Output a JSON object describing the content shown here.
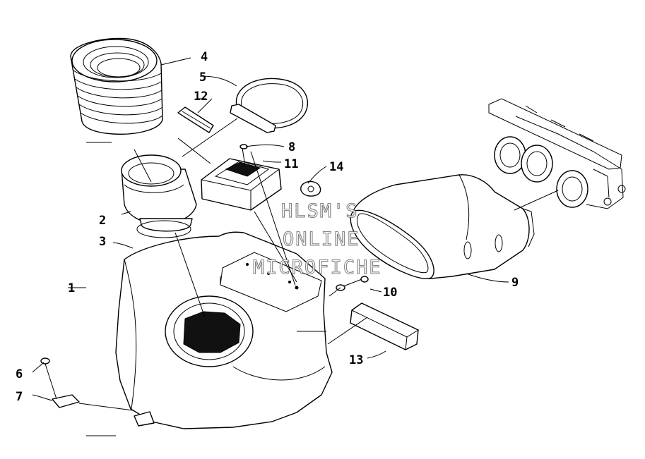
{
  "diagram": {
    "callouts": [
      {
        "id": "1",
        "label": "1"
      },
      {
        "id": "2",
        "label": "2"
      },
      {
        "id": "3",
        "label": "3"
      },
      {
        "id": "4",
        "label": "4"
      },
      {
        "id": "5",
        "label": "5"
      },
      {
        "id": "6",
        "label": "6"
      },
      {
        "id": "7",
        "label": "7"
      },
      {
        "id": "8",
        "label": "8"
      },
      {
        "id": "9",
        "label": "9"
      },
      {
        "id": "10",
        "label": "10"
      },
      {
        "id": "11",
        "label": "11"
      },
      {
        "id": "12",
        "label": "12"
      },
      {
        "id": "13",
        "label": "13"
      },
      {
        "id": "14",
        "label": "14"
      }
    ],
    "watermark": {
      "line1": "HLSM'S",
      "line2": "ONLINE",
      "line3": "MICROFICHE"
    }
  }
}
